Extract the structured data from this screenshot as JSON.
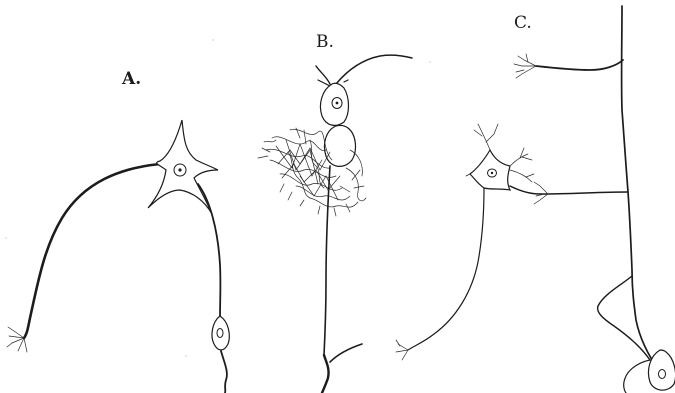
{
  "figure": {
    "panels": [
      {
        "id": "A",
        "label": "A."
      },
      {
        "id": "B",
        "label": "B."
      },
      {
        "id": "C",
        "label": "C."
      }
    ]
  }
}
